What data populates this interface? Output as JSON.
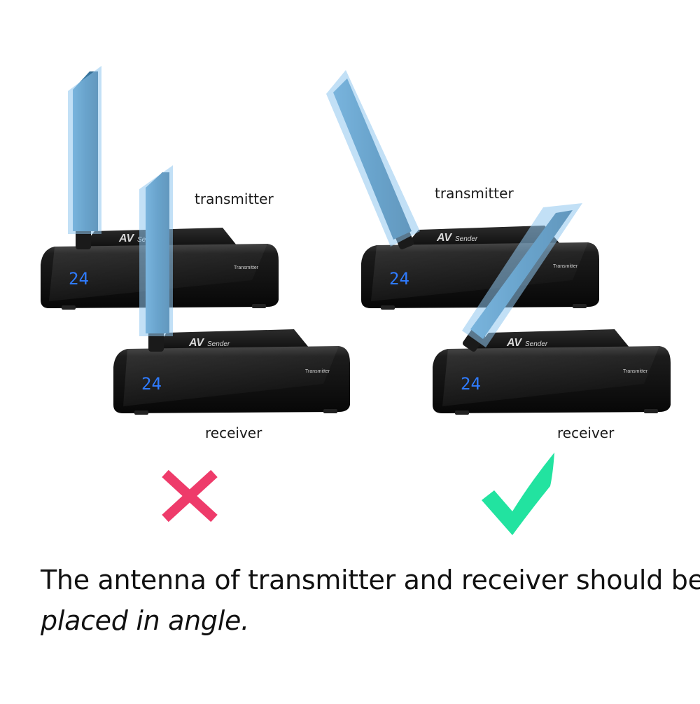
{
  "left_pair": {
    "transmitter_label": "transmitter",
    "receiver_label": "receiver",
    "verdict_icon": "cross-icon"
  },
  "right_pair": {
    "transmitter_label": "transmitter",
    "receiver_label": "receiver",
    "verdict_icon": "check-icon"
  },
  "device": {
    "display_value": "24",
    "brand_logo": "AVSender",
    "panel_text": "Transmitter"
  },
  "caption": {
    "line1": "The antenna of transmitter and receiver should be",
    "line2": "placed in angle."
  },
  "colors": {
    "antenna_highlight": "#8fc6ee",
    "antenna_body": "#3c7fa8",
    "display_digits": "#2f7bff",
    "cross": "#ee3b6a",
    "check": "#22e3a0",
    "device_body": "#141414"
  }
}
